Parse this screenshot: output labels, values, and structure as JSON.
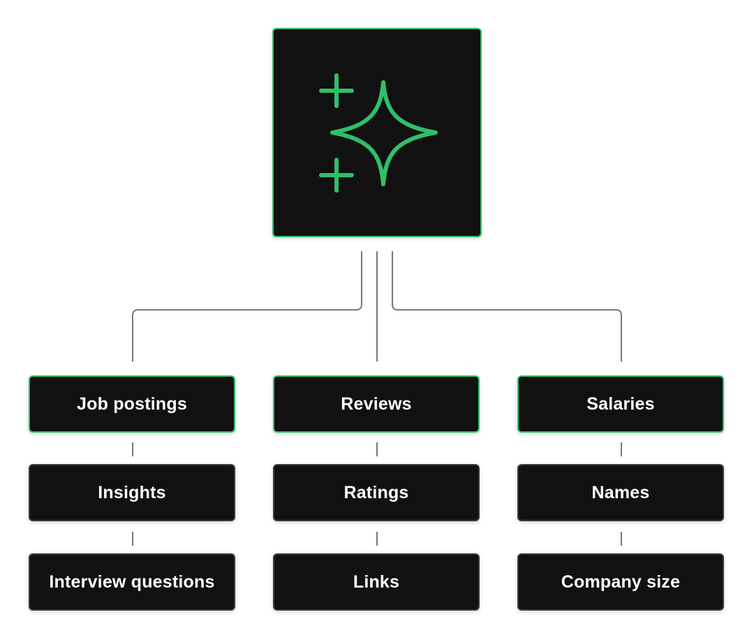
{
  "root": {
    "icon": "sparkle-icon",
    "accent_color": "#2fbf6a",
    "background_color": "#111111"
  },
  "columns": [
    {
      "primary": "Job postings",
      "items": [
        "Insights",
        "Interview questions"
      ]
    },
    {
      "primary": "Reviews",
      "items": [
        "Ratings",
        "Links"
      ]
    },
    {
      "primary": "Salaries",
      "items": [
        "Names",
        "Company size"
      ]
    }
  ]
}
